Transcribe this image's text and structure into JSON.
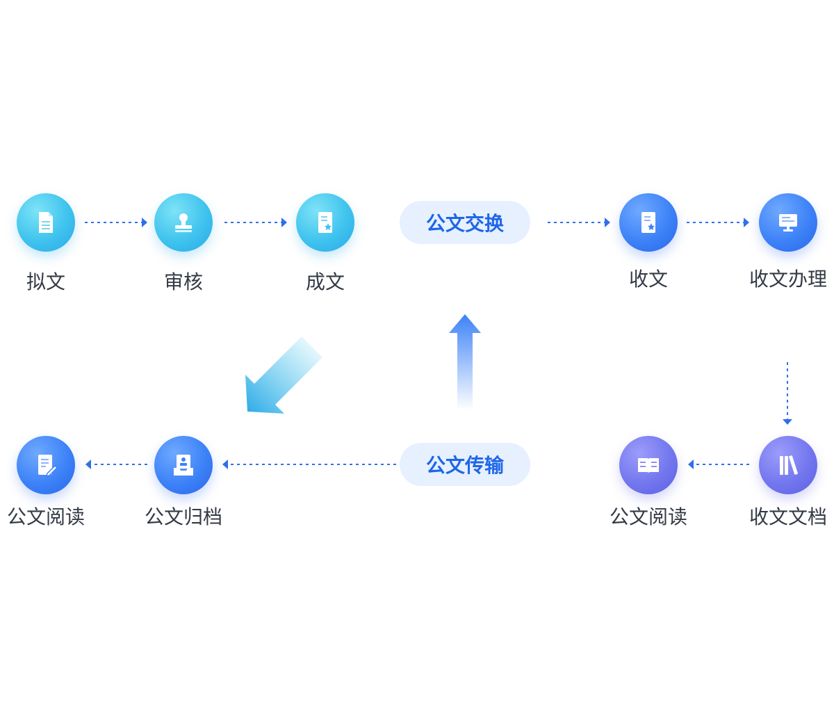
{
  "nodes": {
    "draft": {
      "label": "拟文",
      "icon": "document-icon"
    },
    "review": {
      "label": "审核",
      "icon": "stamp-icon"
    },
    "finalize": {
      "label": "成文",
      "icon": "certified-document-icon"
    },
    "receive": {
      "label": "收文",
      "icon": "certified-document-icon"
    },
    "receive_process": {
      "label": "收文办理",
      "icon": "monitor-icon"
    },
    "read_left": {
      "label": "公文阅读",
      "icon": "edit-document-icon"
    },
    "archive": {
      "label": "公文归档",
      "icon": "inbox-archive-icon"
    },
    "read_right": {
      "label": "公文阅读",
      "icon": "open-book-icon"
    },
    "receive_archive": {
      "label": "收文文档",
      "icon": "books-icon"
    }
  },
  "hubs": {
    "exchange": "公文交换",
    "transmission": "公文传输"
  },
  "colors": {
    "cyan": "#3fc3ee",
    "blue": "#3d82f7",
    "purple": "#7377ee",
    "connector": "#2f6fea",
    "pill_bg": "#e6f0ff",
    "pill_text": "#1f66e8",
    "label_text": "#333a45"
  }
}
